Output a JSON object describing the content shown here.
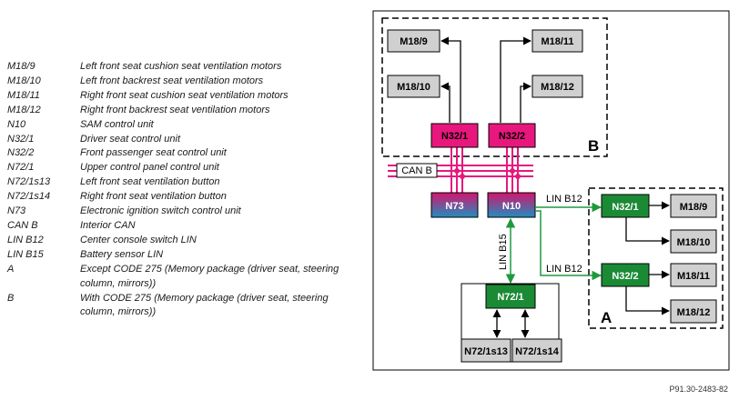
{
  "legend": [
    {
      "code": "M18/9",
      "desc": "Left front seat cushion seat ventilation motors"
    },
    {
      "code": "M18/10",
      "desc": "Left front backrest seat ventilation motors"
    },
    {
      "code": "M18/11",
      "desc": "Right front seat cushion seat ventilation motors"
    },
    {
      "code": "M18/12",
      "desc": "Right front backrest seat ventilation motors"
    },
    {
      "code": "N10",
      "desc": "SAM control unit"
    },
    {
      "code": "N32/1",
      "desc": "Driver seat control unit"
    },
    {
      "code": "N32/2",
      "desc": "Front passenger seat control unit"
    },
    {
      "code": "N72/1",
      "desc": "Upper control panel control unit"
    },
    {
      "code": "N72/1s13",
      "desc": "Left front seat ventilation button"
    },
    {
      "code": "N72/1s14",
      "desc": "Right front seat ventilation button"
    },
    {
      "code": "N73",
      "desc": "Electronic ignition switch control unit"
    },
    {
      "code": "CAN B",
      "desc": "Interior CAN"
    },
    {
      "code": "LIN B12",
      "desc": "Center console switch LIN"
    },
    {
      "code": "LIN B15",
      "desc": "Battery sensor LIN"
    },
    {
      "code": "A",
      "desc": "Except CODE 275 (Memory package (driver seat, steering column, mirrors))"
    },
    {
      "code": "B",
      "desc": "With CODE 275 (Memory package (driver seat, steering column, mirrors))"
    }
  ],
  "diagram": {
    "group_b_label": "B",
    "group_a_label": "A",
    "can_b_label": "CAN B",
    "lin_b12_label_top": "LIN B12",
    "lin_b12_label_bottom": "LIN B12",
    "lin_b15_label": "LIN B15",
    "units": {
      "b_m18_9": "M18/9",
      "b_m18_10": "M18/10",
      "b_m18_11": "M18/11",
      "b_m18_12": "M18/12",
      "b_n32_1": "N32/1",
      "b_n32_2": "N32/2",
      "n73": "N73",
      "n10": "N10",
      "a_n32_1": "N32/1",
      "a_n32_2": "N32/2",
      "a_m18_9": "M18/9",
      "a_m18_10": "M18/10",
      "a_m18_11": "M18/11",
      "a_m18_12": "M18/12",
      "n72_1": "N72/1",
      "n72_1s13": "N72/1s13",
      "n72_1s14": "N72/1s14"
    },
    "colors": {
      "can_bus": "#e8177d",
      "lin_bus": "#1e9a3c",
      "gray_box": "#d0d0d0",
      "control_unit_green": "#1b8a35",
      "gateway_top": "#d4156e",
      "gateway_bottom": "#1f8dbf"
    }
  },
  "footer": "P91.30-2483-82"
}
